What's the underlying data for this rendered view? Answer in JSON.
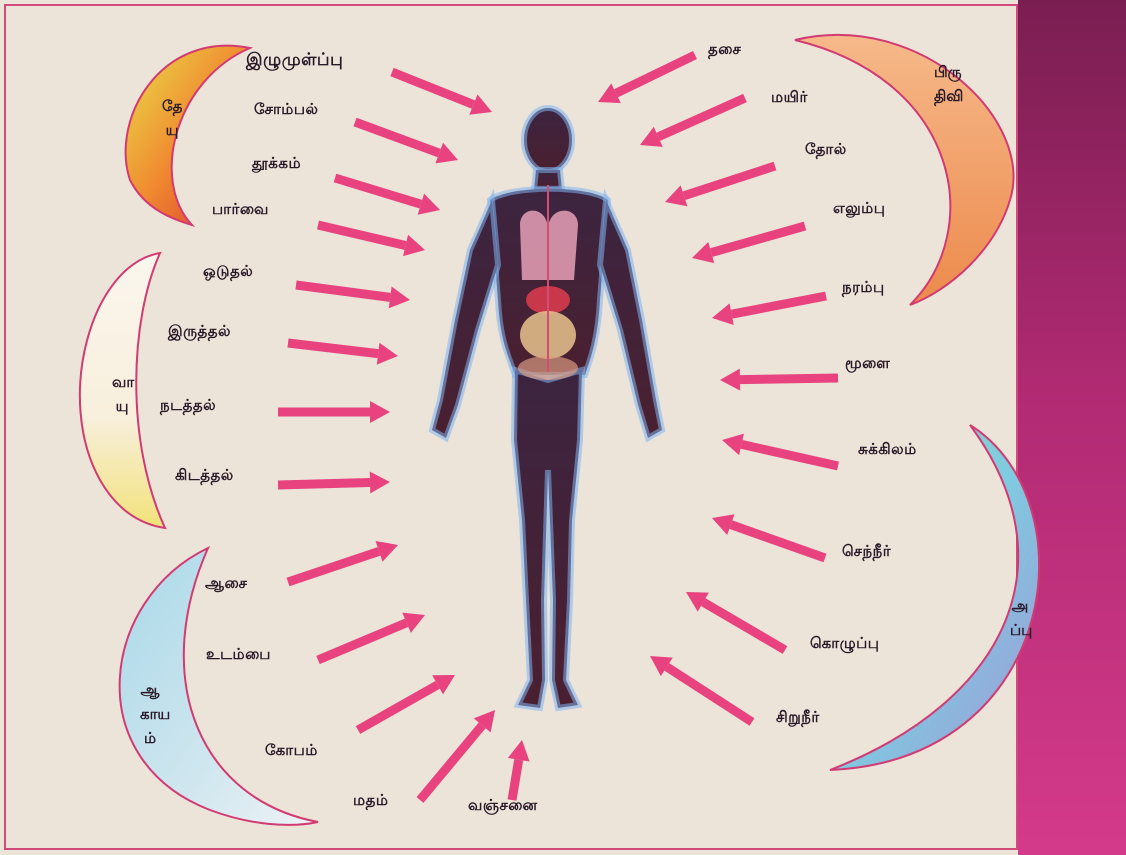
{
  "colors": {
    "arrow": "#e8437f",
    "crescent_outline": "#d23a72",
    "body_outline": "#6b9bd8",
    "sidebar": "#b02a72"
  },
  "labels_left": [
    {
      "text": "இழுமுள்ப்பு"
    },
    {
      "text": "சோம்பல்"
    },
    {
      "text": "தூக்கம்"
    },
    {
      "text": "பார்வை"
    },
    {
      "text": "ஒடுதல்"
    },
    {
      "text": "இருத்தல்"
    },
    {
      "text": "நடத்தல்"
    },
    {
      "text": "கிடத்தல்"
    },
    {
      "text": "ஆசை"
    },
    {
      "text": "உடம்பை"
    },
    {
      "text": "கோபம்"
    },
    {
      "text": "மதம்"
    }
  ],
  "label_bottom": {
    "text": "வஞ்சனை"
  },
  "labels_right": [
    {
      "text": "தசை"
    },
    {
      "text": "மயிர்"
    },
    {
      "text": "தோல்"
    },
    {
      "text": "எலும்பு"
    },
    {
      "text": "நரம்பு"
    },
    {
      "text": "மூளை"
    },
    {
      "text": "சுக்கிலம்"
    },
    {
      "text": "செந்நீர்"
    },
    {
      "text": "கொழுப்பு"
    },
    {
      "text": "சிறுநீர்"
    }
  ],
  "crescents": {
    "top_left": "தேயு",
    "mid_left": "வாயு",
    "bottom_left": "ஆகாயம்",
    "top_right": "பிருதிவி",
    "bottom_right": "அப்பு"
  }
}
